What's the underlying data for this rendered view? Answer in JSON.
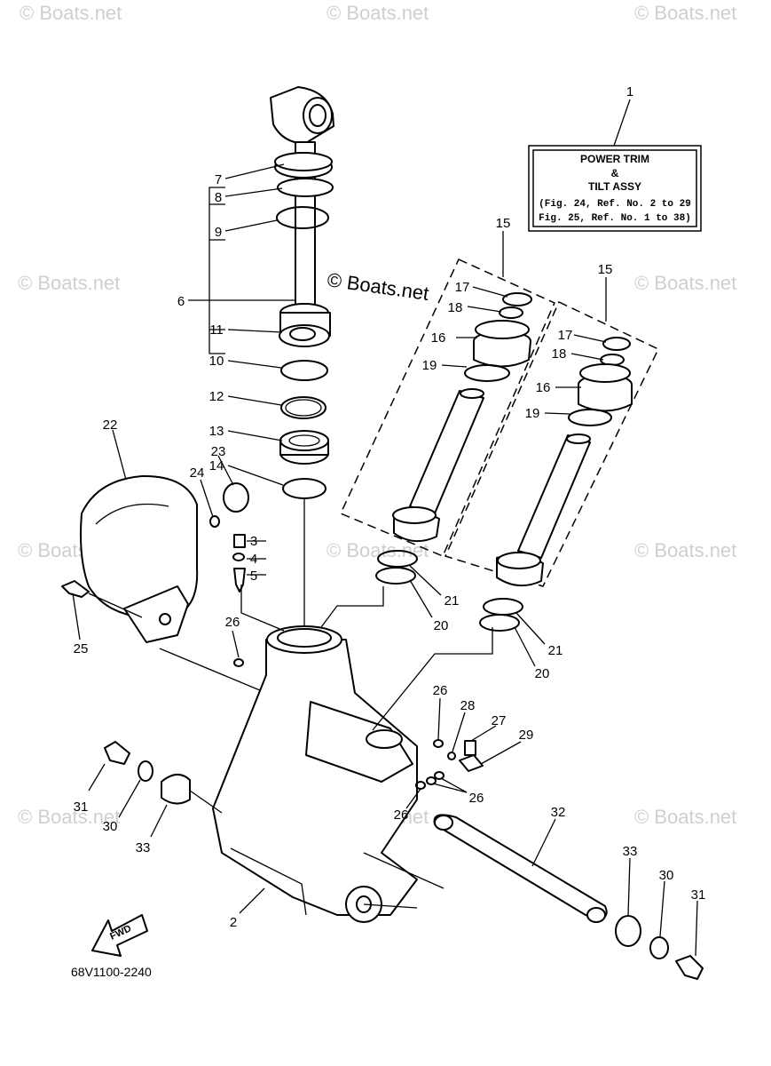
{
  "watermark": "© Boats.net",
  "copyright": "© Boats.net",
  "drawing_code": "68V1100-2240",
  "fwd_label": "FWD",
  "info_box": {
    "title": "POWER TRIM",
    "amp": "&",
    "subtitle": "TILT ASSY",
    "ref1": "(Fig. 24, Ref. No. 2 to 29",
    "ref2": "Fig. 25, Ref. No. 1 to 38)"
  },
  "callouts": {
    "c1": "1",
    "c2": "2",
    "c3": "3",
    "c4": "4",
    "c5": "5",
    "c6": "6",
    "c7": "7",
    "c8": "8",
    "c9": "9",
    "c10": "10",
    "c11": "11",
    "c12": "12",
    "c13": "13",
    "c14": "14",
    "c15a": "15",
    "c15b": "15",
    "c16a": "16",
    "c16b": "16",
    "c17a": "17",
    "c17b": "17",
    "c18a": "18",
    "c18b": "18",
    "c19a": "19",
    "c19b": "19",
    "c20a": "20",
    "c20b": "20",
    "c21a": "21",
    "c21b": "21",
    "c22": "22",
    "c23": "23",
    "c24": "24",
    "c25": "25",
    "c26a": "26",
    "c26b": "26",
    "c26c": "26",
    "c26d": "26",
    "c27": "27",
    "c28": "28",
    "c29": "29",
    "c30a": "30",
    "c30b": "30",
    "c31a": "31",
    "c31b": "31",
    "c32": "32",
    "c33a": "33",
    "c33b": "33"
  }
}
